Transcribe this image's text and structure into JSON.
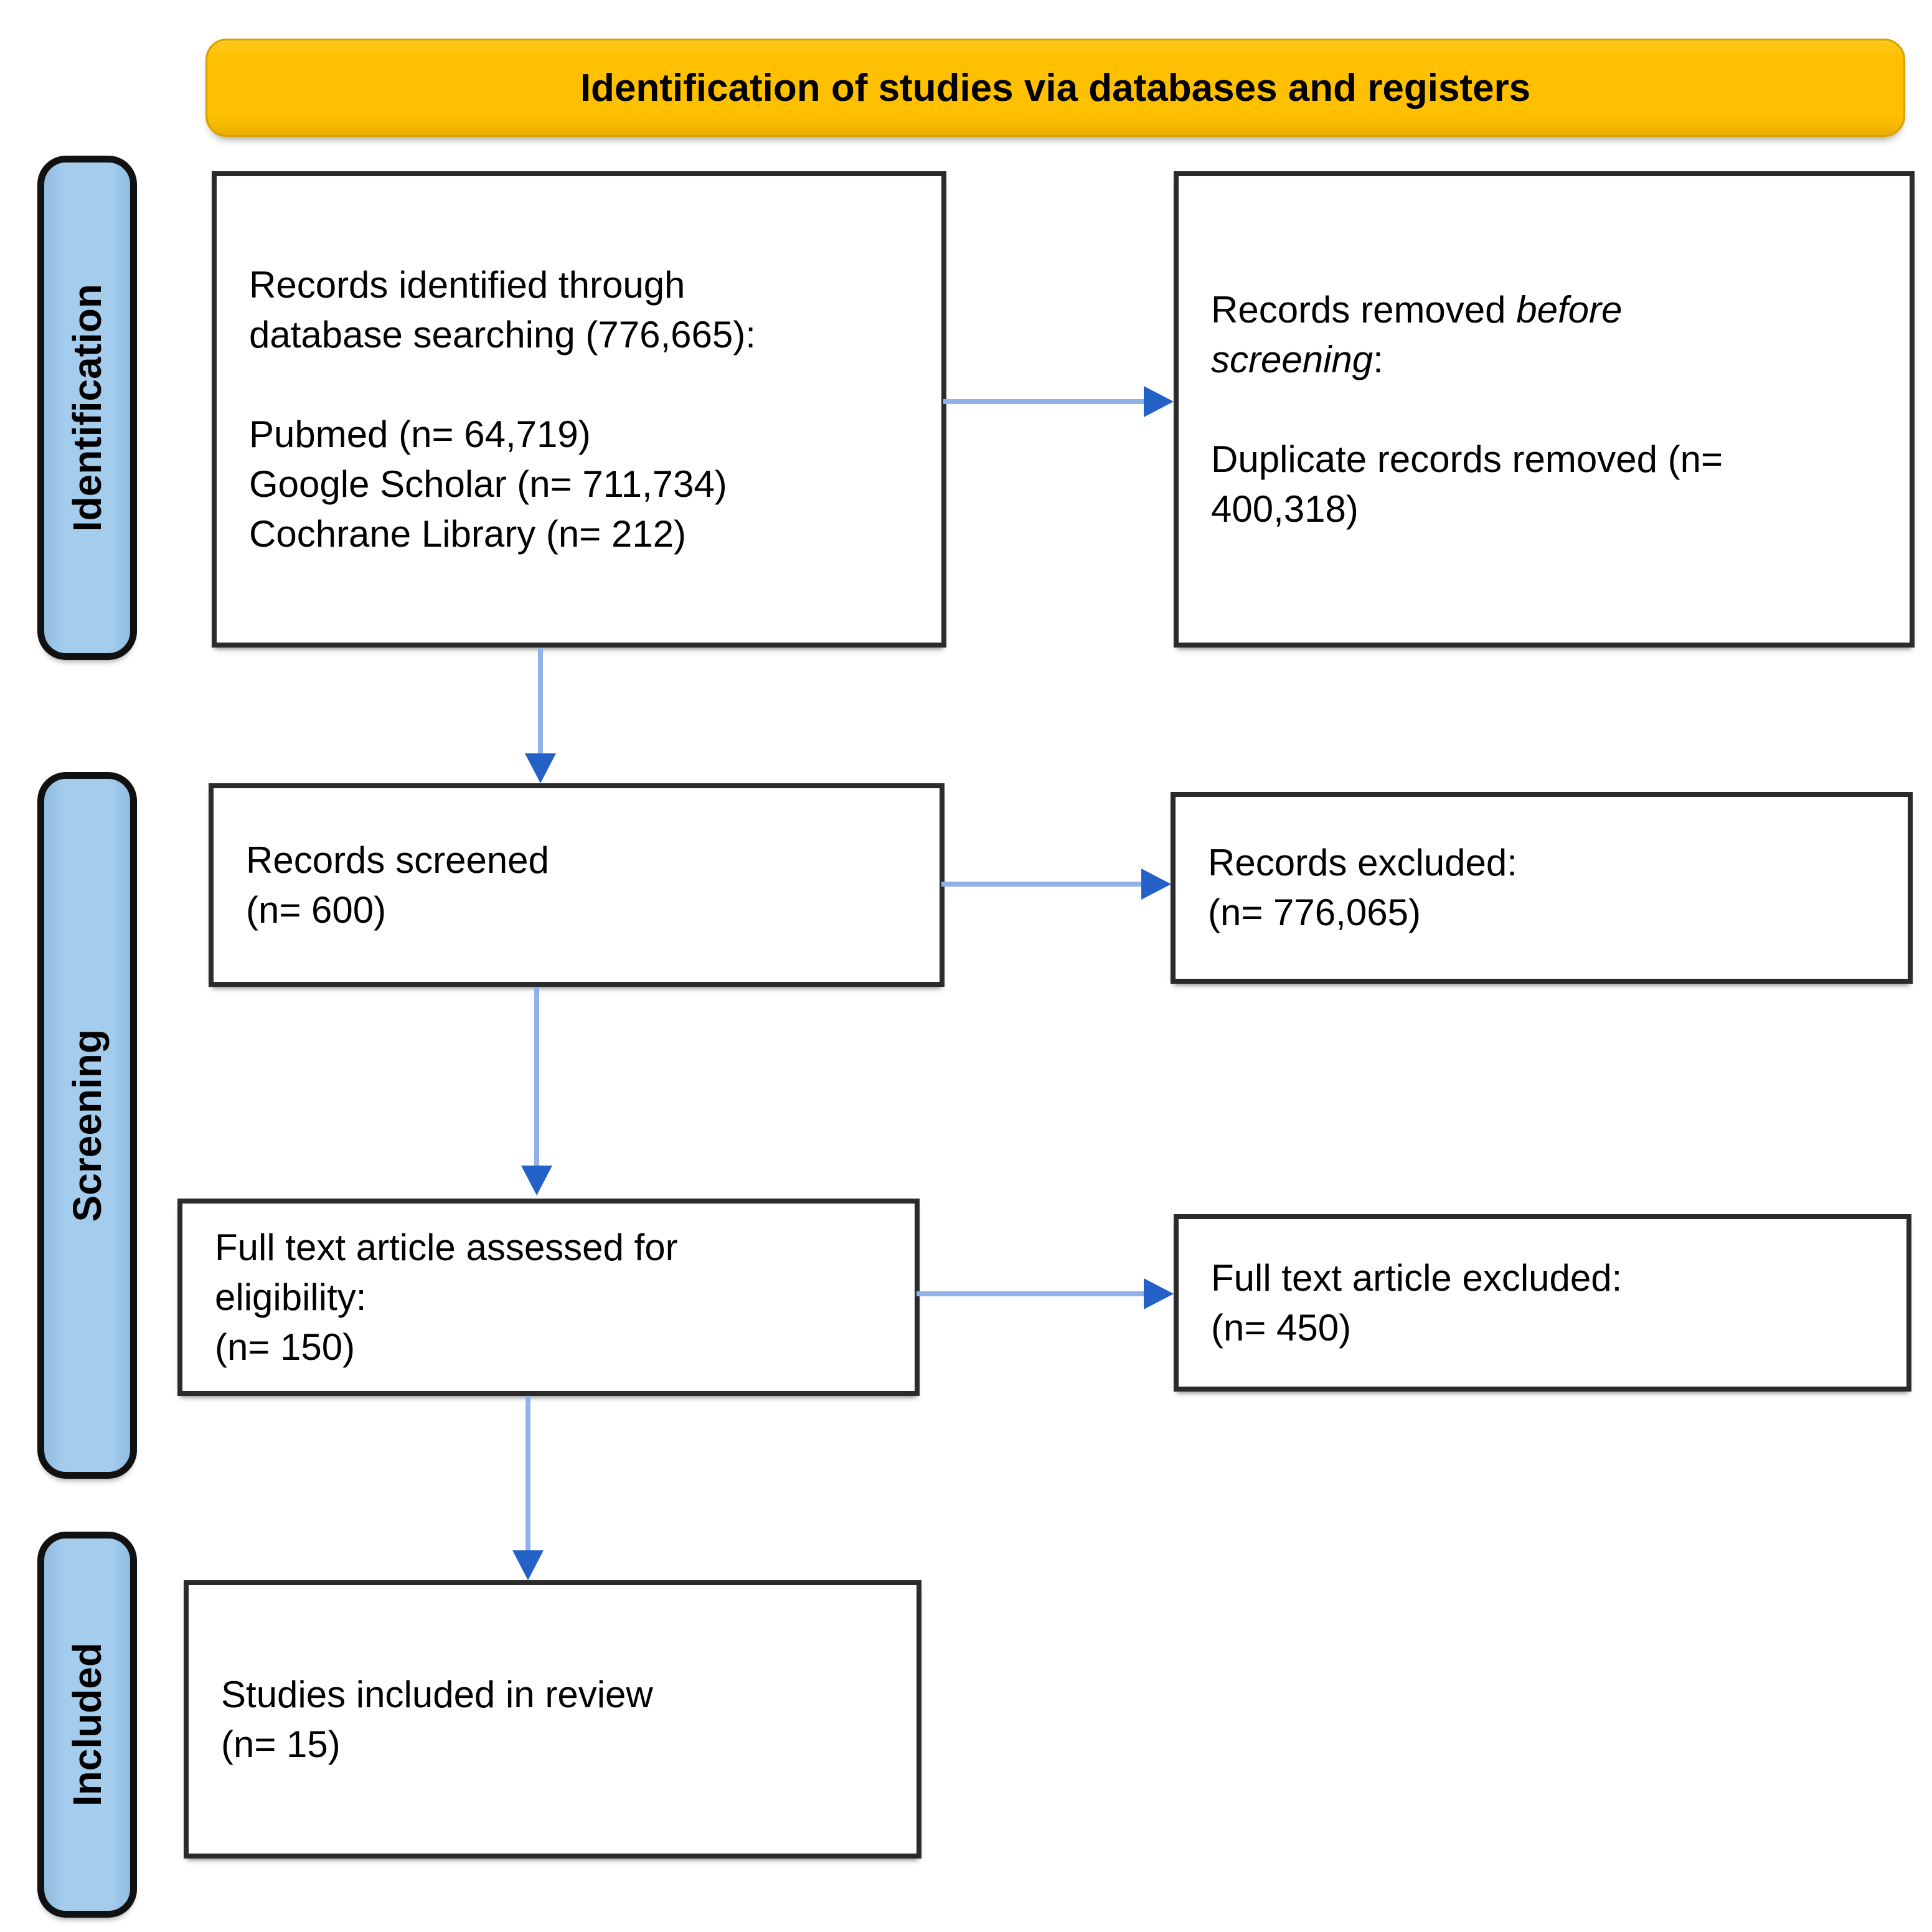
{
  "title_banner": {
    "label": "Identification of studies via databases and registers"
  },
  "stage_labels": {
    "identification": "Identification",
    "screening": "Screening",
    "included": "Included"
  },
  "boxes": {
    "records_identified": {
      "heading_lines": [
        "Records identified through",
        "database searching (776,665):"
      ],
      "source_lines": [
        "Pubmed (n= 64,719)",
        "Google Scholar (n= 711,734)",
        "Cochrane Library (n= 212)"
      ]
    },
    "records_removed": {
      "heading_prefix": "Records removed ",
      "heading_italic_line1": "before",
      "heading_italic_line2": "screening",
      "heading_suffix": ":",
      "detail_lines": [
        "Duplicate records removed (n=",
        "400,318)"
      ]
    },
    "records_screened": {
      "lines": [
        "Records screened",
        "(n= 600)"
      ]
    },
    "records_excluded": {
      "lines": [
        "Records excluded:",
        "(n= 776,065)"
      ]
    },
    "full_text_assessed": {
      "lines": [
        "Full text article assessed for",
        "eligibility:",
        "(n= 150)"
      ]
    },
    "full_text_excluded": {
      "lines": [
        "Full text article excluded:",
        "(n= 450)"
      ]
    },
    "studies_included": {
      "lines": [
        "Studies included in review",
        "(n= 15)"
      ]
    }
  },
  "colors": {
    "banner_fill": "#FEC000",
    "stage_fill": "#A4CCEC",
    "arrow_line": "#8FB2EA",
    "arrow_head": "#2361C6",
    "box_border": "#2B2B2B",
    "stage_border": "#111111",
    "text": "#000000",
    "background": "#FFFFFF"
  }
}
